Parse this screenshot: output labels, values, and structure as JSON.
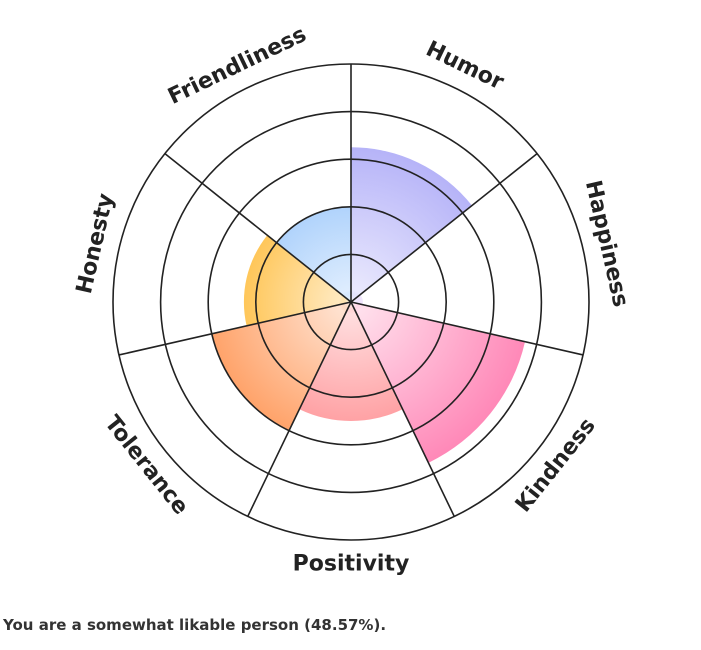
{
  "chart_data": {
    "type": "polar-area",
    "categories": [
      "Humor",
      "Happiness",
      "Kindness",
      "Positivity",
      "Tolerance",
      "Honesty",
      "Friendliness"
    ],
    "values": [
      65,
      5,
      75,
      50,
      60,
      45,
      40
    ],
    "rlim": [
      0,
      100
    ],
    "ring_step": 20,
    "colors": [
      "#a9a6f7",
      "#c9a6f7",
      "#ff82b4",
      "#ff7a7e",
      "#ff8c45",
      "#ffa800",
      "#7cb6fa"
    ],
    "grid": true
  },
  "result_text": "You are a somewhat likable person (48.57%)."
}
